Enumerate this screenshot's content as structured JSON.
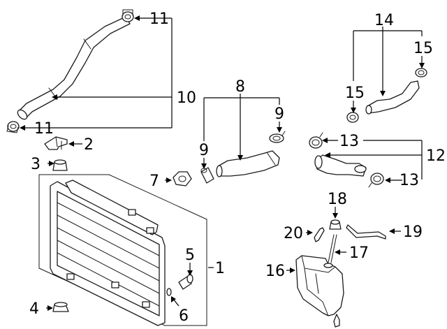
{
  "diagram": {
    "callouts": [
      {
        "id": "c1",
        "label": "1"
      },
      {
        "id": "c2",
        "label": "2"
      },
      {
        "id": "c3",
        "label": "3"
      },
      {
        "id": "c4",
        "label": "4"
      },
      {
        "id": "c5",
        "label": "5"
      },
      {
        "id": "c6",
        "label": "6"
      },
      {
        "id": "c7",
        "label": "7"
      },
      {
        "id": "c8",
        "label": "8"
      },
      {
        "id": "c9a",
        "label": "9"
      },
      {
        "id": "c9b",
        "label": "9"
      },
      {
        "id": "c10",
        "label": "10"
      },
      {
        "id": "c11a",
        "label": "11"
      },
      {
        "id": "c11b",
        "label": "11"
      },
      {
        "id": "c12",
        "label": "12"
      },
      {
        "id": "c13a",
        "label": "13"
      },
      {
        "id": "c13b",
        "label": "13"
      },
      {
        "id": "c14",
        "label": "14"
      },
      {
        "id": "c15a",
        "label": "15"
      },
      {
        "id": "c15b",
        "label": "15"
      },
      {
        "id": "c16",
        "label": "16"
      },
      {
        "id": "c17",
        "label": "17"
      },
      {
        "id": "c18",
        "label": "18"
      },
      {
        "id": "c19",
        "label": "19"
      },
      {
        "id": "c20",
        "label": "20"
      }
    ]
  }
}
